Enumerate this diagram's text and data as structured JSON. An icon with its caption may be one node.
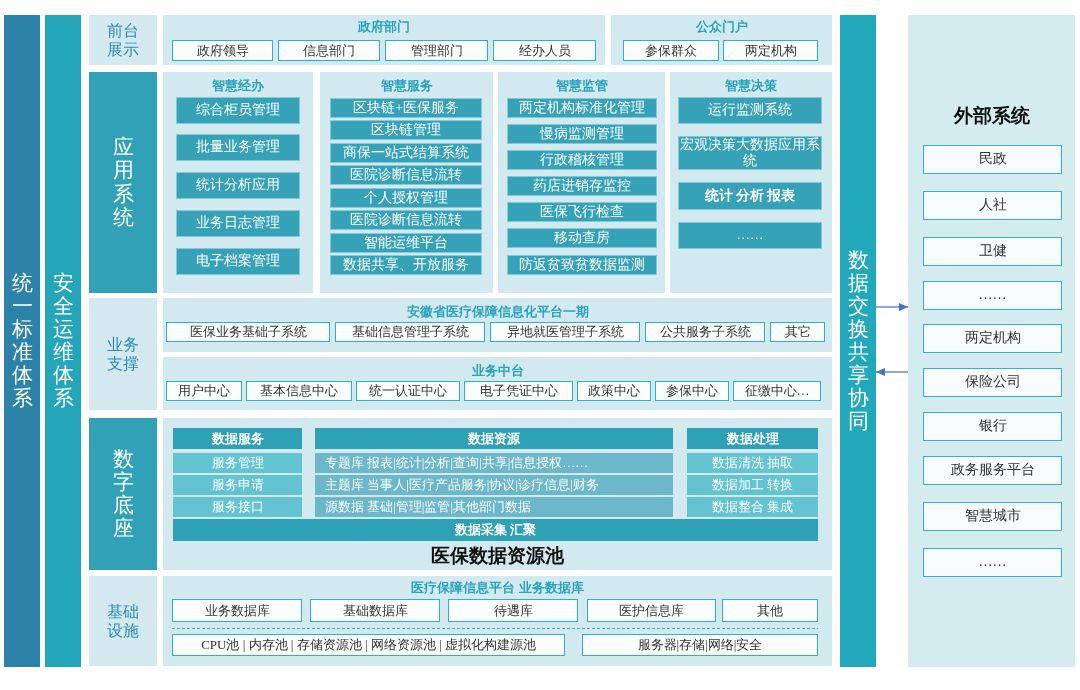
{
  "diagram": {
    "nodes": [
      {
        "text": [
          "统一标准体系"
        ]
      },
      {
        "text": [
          "安全运维体系"
        ]
      },
      {
        "text": [
          "前台展示"
        ]
      },
      {
        "text": [
          "政府部门"
        ]
      },
      {
        "text": [
          "政府领导"
        ],
        "in": 3
      },
      {
        "text": [
          "信息部门"
        ],
        "in": 3
      },
      {
        "text": [
          "管理部门"
        ],
        "in": 3
      },
      {
        "text": [
          "经办人员"
        ],
        "in": 3
      },
      {
        "text": [
          "公众门户"
        ]
      },
      {
        "text": [
          "参保群众"
        ],
        "in": 8
      },
      {
        "text": [
          "两定机构"
        ],
        "in": 8
      },
      {
        "text": [
          "应用系统"
        ]
      },
      {
        "text": [
          "智慧经办"
        ]
      },
      {
        "text": [
          "综合柜员管理"
        ],
        "in": 12
      },
      {
        "text": [
          "批量业务管理"
        ],
        "in": 12
      },
      {
        "text": [
          "统计分析应用"
        ],
        "in": 12
      },
      {
        "text": [
          "业务日志管理"
        ],
        "in": 12
      },
      {
        "text": [
          "电子档案管理"
        ],
        "in": 12
      },
      {
        "text": [
          "智慧服务"
        ]
      },
      {
        "text": [
          "区块链+医保服务"
        ],
        "in": 18
      },
      {
        "text": [
          "区块链管理"
        ],
        "in": 18
      },
      {
        "text": [
          "商保一站式结算系统"
        ],
        "in": 18
      },
      {
        "text": [
          "医院诊断信息流转"
        ],
        "in": 18
      },
      {
        "text": [
          "个人授权管理"
        ],
        "in": 18
      },
      {
        "text": [
          "医院诊断信息流转"
        ],
        "in": 18
      },
      {
        "text": [
          "智能运维平台"
        ],
        "in": 18
      },
      {
        "text": [
          "数据共享、开放服务"
        ],
        "in": 18
      },
      {
        "text": [
          "智慧监管"
        ]
      },
      {
        "text": [
          "两定机构标准化管理"
        ],
        "in": 27
      },
      {
        "text": [
          "慢病监测管理"
        ],
        "in": 27
      },
      {
        "text": [
          "行政稽核管理"
        ],
        "in": 27
      },
      {
        "text": [
          "药店进销存监控"
        ],
        "in": 27
      },
      {
        "text": [
          "医保飞行检查"
        ],
        "in": 27
      },
      {
        "text": [
          "移动查房"
        ],
        "in": 27
      },
      {
        "text": [
          "防返贫致贫数据监测"
        ],
        "in": 27
      },
      {
        "text": [
          "智慧决策"
        ]
      },
      {
        "text": [
          "运行监测系统"
        ],
        "in": 35
      },
      {
        "text": [
          "宏观决策大数据应用系统"
        ],
        "in": 35
      },
      {
        "text": [
          "统计 分析 报表"
        ],
        "in": 35
      },
      {
        "text": [
          "……"
        ],
        "in": 35
      },
      {
        "text": [
          "业务支撑"
        ]
      },
      {
        "text": [
          "安徽省医疗保障信息化平台一期"
        ]
      },
      {
        "text": [
          "医保业务基础子系统"
        ],
        "in": 41
      },
      {
        "text": [
          "基础信息管理子系统"
        ],
        "in": 41
      },
      {
        "text": [
          "异地就医管理子系统"
        ],
        "in": 41
      },
      {
        "text": [
          "公共服务子系统"
        ],
        "in": 41
      },
      {
        "text": [
          "其它"
        ],
        "in": 41
      },
      {
        "text": [
          "业务中台"
        ]
      },
      {
        "text": [
          "用户中心"
        ],
        "in": 47
      },
      {
        "text": [
          "基本信息中心"
        ],
        "in": 47
      },
      {
        "text": [
          "统一认证中心"
        ],
        "in": 47
      },
      {
        "text": [
          "电子凭证中心"
        ],
        "in": 47
      },
      {
        "text": [
          "政策中心"
        ],
        "in": 47
      },
      {
        "text": [
          "参保中心"
        ],
        "in": 47
      },
      {
        "text": [
          "征缴中心…"
        ],
        "in": 47
      },
      {
        "text": [
          "数字底座"
        ]
      },
      {
        "text": [
          "医保数据资源池"
        ]
      },
      {
        "text": [
          "数据服务"
        ],
        "in": 56
      },
      {
        "text": [
          "服务管理"
        ],
        "in": 56
      },
      {
        "text": [
          "服务申请"
        ],
        "in": 56
      },
      {
        "text": [
          "服务接口"
        ],
        "in": 56
      },
      {
        "text": [
          "数据资源"
        ],
        "in": 56
      },
      {
        "text": [
          "专题库 报表|统计|分析|查询|共享|信息授权……"
        ],
        "in": 56
      },
      {
        "text": [
          "主题库 当事人|医疗产品服务|协议|诊疗信息|财务"
        ],
        "in": 56
      },
      {
        "text": [
          "源数据 基础|管理|监管|其他部门数据"
        ],
        "in": 56
      },
      {
        "text": [
          "数据处理"
        ],
        "in": 56
      },
      {
        "text": [
          "数据清洗 抽取"
        ],
        "in": 56
      },
      {
        "text": [
          "数据加工 转换"
        ],
        "in": 56
      },
      {
        "text": [
          "数据整合 集成"
        ],
        "in": 56
      },
      {
        "text": [
          "数据采集 汇聚"
        ],
        "in": 56
      },
      {
        "text": [
          "基础设施"
        ]
      },
      {
        "text": [
          "医疗保障信息平台 业务数据库"
        ]
      },
      {
        "text": [
          "业务数据库"
        ],
        "in": 71
      },
      {
        "text": [
          "基础数据库"
        ],
        "in": 71
      },
      {
        "text": [
          "待遇库"
        ],
        "in": 71
      },
      {
        "text": [
          "医护信息库"
        ],
        "in": 71
      },
      {
        "text": [
          "其他"
        ],
        "in": 71
      },
      {
        "text": [
          "CPU池 | 内存池 | 存储资源池 | 网络资源池 | 虚拟化构建源池"
        ],
        "in": 71
      },
      {
        "text": [
          "服务器|存储|网络|安全"
        ],
        "in": 71
      },
      {
        "text": [
          "数据交换共享协同"
        ]
      },
      {
        "text": [
          "外部系统"
        ]
      },
      {
        "text": [
          "民政"
        ],
        "in": 80
      },
      {
        "text": [
          "人社"
        ],
        "in": 80
      },
      {
        "text": [
          "卫健"
        ],
        "in": 80
      },
      {
        "text": [
          "……"
        ],
        "in": 80
      },
      {
        "text": [
          "两定机构"
        ],
        "in": 80
      },
      {
        "text": [
          "保险公司"
        ],
        "in": 80
      },
      {
        "text": [
          "银行"
        ],
        "in": 80
      },
      {
        "text": [
          "政务服务平台"
        ],
        "in": 80
      },
      {
        "text": [
          "智慧城市"
        ],
        "in": 80
      },
      {
        "text": [
          "……"
        ],
        "in": 80
      }
    ],
    "edges": [
      {
        "from": 79,
        "to": 80,
        "arrow": "to"
      },
      {
        "from": 80,
        "to": 79,
        "arrow": "to"
      }
    ]
  }
}
